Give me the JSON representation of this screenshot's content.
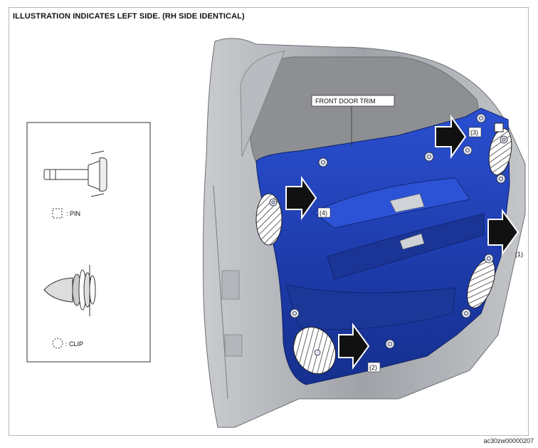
{
  "header": {
    "title": "ILLUSTRATION INDICATES LEFT SIDE. (RH SIDE IDENTICAL)"
  },
  "callouts": {
    "trim_label": "FRONT DOOR TRIM",
    "arrow_1": "(1)",
    "arrow_2": "(2)",
    "arrow_3": "(3)",
    "arrow_4": "(4)"
  },
  "legend": {
    "pin_label": ": PIN",
    "clip_label": ": CLIP"
  },
  "image_id": "ac30zw00000207",
  "colors": {
    "trim_blue": "#1f3fb0",
    "trim_blue_dark": "#132a80",
    "door_gray": "#a9acb1",
    "window_gray": "#8b8d90",
    "arrow_black": "#111111"
  }
}
